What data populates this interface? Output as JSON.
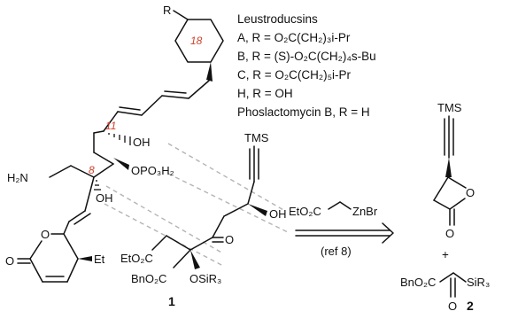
{
  "legend": {
    "title": "Leustroducsins",
    "entries": [
      "A, R = O₂C(CH₂)₃i-Pr",
      "B, R = (S)-O₂C(CH₂)₄s-Bu",
      "C, R = O₂C(CH₂)₅i-Pr",
      "H, R = OH",
      "Phoslactomycin B, R = H"
    ]
  },
  "labels": {
    "R": "R",
    "n18": "18",
    "n11": "11",
    "n8": "8",
    "OH_upper": "OH",
    "OH_lower": "OH",
    "H2N": "H₂N",
    "OPO3H2": "OPO₃H₂",
    "O_ring": "O",
    "O_carbonyl": "O",
    "Et": "Et",
    "TMS_mid": "TMS",
    "OH_right": "OH",
    "O_ketone": "O",
    "EtO2C": "EtO₂C",
    "BnO2C": "BnO₂C",
    "OSiR3": "OSiR₃",
    "compound1": "1",
    "TMS_right": "TMS",
    "O_lactone_ring": "O",
    "O_lactone_co": "O",
    "plus": "+",
    "BnO2C_right": "BnO₂C",
    "SiR3": "SiR₃",
    "O_acyl": "O",
    "compound2": "2"
  },
  "reagent": {
    "ester": "EtO₂C",
    "zinc": "ZnBr",
    "ref": "(ref 8)"
  }
}
